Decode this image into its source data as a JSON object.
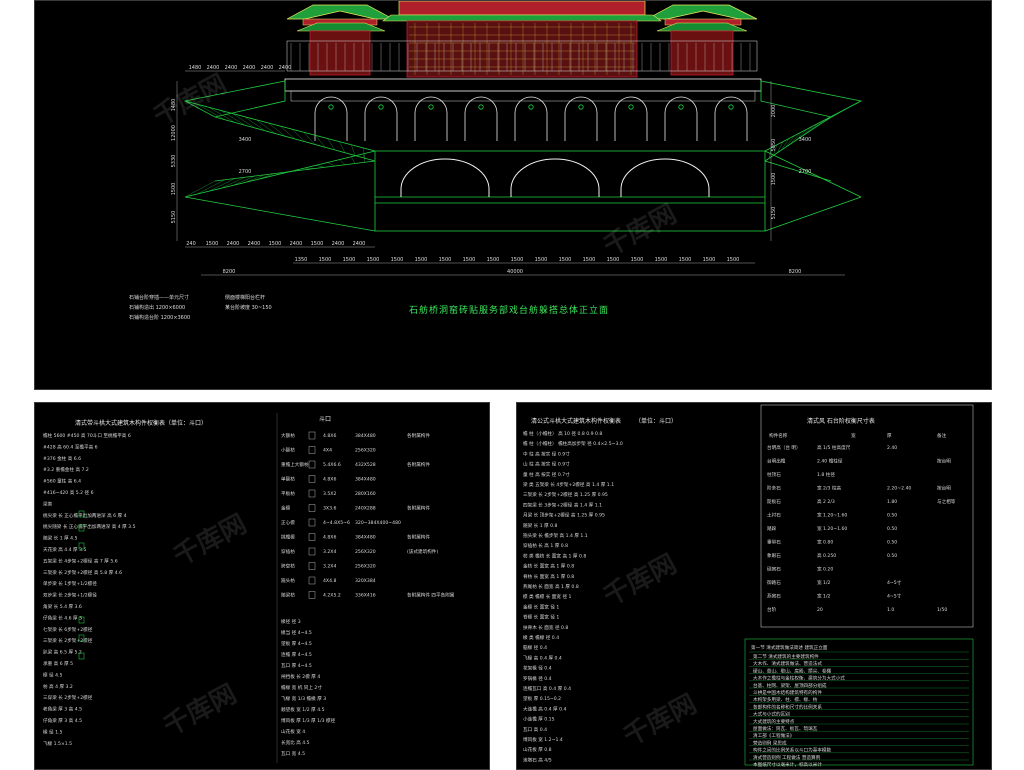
{
  "top": {
    "caption": "石舫桥洞窑砖贴服务部戏台舫躲搭总体正立面",
    "top_dims": [
      "1480",
      "2400",
      "2400",
      "2400",
      "2400",
      "2400"
    ],
    "left_vertical_dims": [
      "1480",
      "12000",
      "5330",
      "1500",
      "5150"
    ],
    "right_vertical_dims": [
      "2000",
      "5850",
      "1500",
      "5150"
    ],
    "stair_dims_left": [
      "3400",
      "2700"
    ],
    "stair_dims_right": [
      "3400",
      "2700"
    ],
    "bottom_dims": [
      "240",
      "1500",
      "2400",
      "2400",
      "1500",
      "2400",
      "1500",
      "2400",
      "2400"
    ],
    "center_dims": [
      "1350",
      "1500",
      "1500",
      "1500",
      "1500",
      "1500",
      "1500",
      "1500",
      "1500",
      "1500",
      "1500",
      "1500",
      "1500",
      "1500",
      "1500",
      "1500",
      "1500",
      "1500",
      "1500"
    ],
    "total_left": "8200",
    "total_center": "40000",
    "total_right": "8200",
    "notes": [
      "石铺台阶穿插——单元尺寸",
      "石铺构造出 1200×6000",
      "石铺构造台阶 1200×3600",
      "侧面楼梯阳台栏杆",
      "某台阶坡度 30~150"
    ]
  },
  "left_table": {
    "title": "清式带斗栱大式建筑木构件权衡表",
    "unit": "（单位：斗口）",
    "col2_title": "斗口",
    "rows": [
      "檐柱    5600  #450    高 70斗口  至桃檐平高 6",
      "#428    高 60.4   至檐平高   6",
      "#376    金柱  高   6.6",
      "#3.2    重檐金柱  高   7.2",
      "#560    童柱  高   6.4",
      "#416~420  高     5.2  径   6",
      "梁类",
      "桃尖梁  长 正心檐平出加两进深  高  6  厚 4",
      "桃尖随梁 长 正心檐平出加两进深  高  4  厚 3.5",
      "随梁  长  1  厚  4.5",
      "天花梁  高 4.4  厚 3.5",
      "五架梁  长 4步架+2檩径  高 7  厚 5.6",
      "三架梁  长 2步架+2檩径  高 5.8  厚 4.6",
      "单步梁  长 1步架+1/2檩径",
      "双步梁  长 2步架+1/2檩径",
      "角梁  长  5.4  厚  3.6",
      "仔角梁  长  4.6  厚  3",
      "七架梁  长 6步架+2檩径",
      "三架梁  长 2步架+2檩径",
      "趴梁  高 6.5  厚 5.2",
      "承重  高 6  厚 5",
      "檩  径 4.5",
      "枋  高 4  厚 3.2",
      "三穿梁  长 2步架+2檩径",
      "老角梁  厚 3  高 4.5",
      "仔角梁  厚 3  高 4.5",
      "椽  径  1.5",
      "飞椽  1.5×1.5"
    ],
    "size_rows": [
      {
        "label": "大额枋",
        "size": "4.8X6",
        "px": "384X480",
        "note": "各附属构件"
      },
      {
        "label": "小额枋",
        "size": "4X4",
        "px": "256X320",
        "note": ""
      },
      {
        "label": "重檐上大额枋",
        "size": "5.4X6.6",
        "px": "432X528",
        "note": "各附属构件"
      },
      {
        "label": "单额枋",
        "size": "4.8X6",
        "px": "384X480",
        "note": ""
      },
      {
        "label": "平板枋",
        "size": "3.5X2",
        "px": "280X160",
        "note": ""
      },
      {
        "label": "金檩",
        "size": "3X3.6",
        "px": "240X288",
        "note": "各附属构件"
      },
      {
        "label": "正心檩",
        "size": "4~4.8X5~6",
        "px": "320~384X400~480",
        "note": ""
      },
      {
        "label": "挑檐檩",
        "size": "4.8X6",
        "px": "384X480",
        "note": "各附属构件"
      },
      {
        "label": "穿插枋",
        "size": "3.2X4",
        "px": "256X320",
        "note": "(该式建筑构件)"
      },
      {
        "label": "跨空枋",
        "size": "3.2X4",
        "px": "256X320",
        "note": ""
      },
      {
        "label": "箍头枋",
        "size": "4X4.8",
        "px": "320X384",
        "note": ""
      },
      {
        "label": "随梁枋",
        "size": "4.2X5.2",
        "px": "336X416",
        "note": "各附属构件  四平各附属"
      }
    ],
    "misc_rows": [
      "椽径  径 3",
      "椽当  径 4~4.5",
      "望板  厚 4~4.5",
      "连檐  厚 4~4.5",
      "瓦口  厚 4~4.5",
      "闸挡板  长 2檩  厚 4",
      "檐椽  宽  机 同上 2寸",
      "飞椽  宽 1/3 檐椽 厚 3",
      "顺望板  宽 1/2  厚 4.5",
      "博风板  厚 1/3  厚 1/3 檩径",
      "山花板  宽 4",
      "长宽比 高 4.5",
      "瓦口 宽 4.5"
    ]
  },
  "right_table": {
    "title": "清公式斗栱大式建筑木构件权衡表",
    "unit": "（单位：斗口）",
    "rows": [
      "檐 柱（小檐柱）  高 10 径 0.8  0.9  0.8",
      "檐 柱（小檐柱） 檐柱高加步架 径 0.4×2.5~3.0",
      "中  柱   高 按实 径 0.9寸",
      "山  柱   高 按实 径 0.9寸",
      "童  柱   高 按实  径 0.7寸",
      "梁  类   五架梁  长 4步架+2檩径  高 1.4  厚 1.1",
      "三架梁  长 2步架+2檩径  高 1.25  厚 0.95",
      "四架梁  长 3步架+2檩径  高 1.4  厚 1.1",
      "月梁  长 顶步架+2檩径  高 1.25  厚 0.95",
      "随梁  长 1   厚 0.8",
      "抱头梁  长 檐步架  高 1.4  厚 1.1",
      "穿插枋  长  高 1  厚 0.8",
      "枋  类   檐枋  长 面宽  高 1  厚 0.8",
      "金枋  长 面宽  高 1  厚 0.8",
      "脊枋  长 面宽  高 1  厚 0.8",
      "燕尾枋  长 面宽  高 1  厚 0.8",
      "檩  类   檐檩  长 面宽  径 1",
      "金檩  长 面宽  径 1",
      "脊檩  长 面宽  径 1",
      "扶脊木  长 面宽  径 0.8",
      "椽  类   檐椽  径 0.4",
      "脑椽  径 0.4",
      "飞椽  高 0.4  厚 0.4",
      "花架椽  径 0.4",
      "罗锅椽  径 0.4",
      "连檐瓦口  高 0.4  厚 0.4",
      "望板  厚 0.15~0.2",
      "大连檐  高 0.4  厚 0.4",
      "小连檐  厚 0.15",
      "瓦口  高 0.4",
      "博风板  宽 1.2~1.4",
      "山花板  厚 0.8",
      "滚墩石  高 4/5"
    ],
    "box_title": "清式风  石台阶权衡尺寸表",
    "box_headers": [
      "构件名称",
      "宽",
      "厚",
      "备注"
    ],
    "box_rows": [
      [
        "台明高（台  明）",
        "高 1/5 柱高度尺",
        "2.40",
        ""
      ],
      [
        "台明出檐",
        "2.40 檐柱径",
        "",
        "按台明"
      ],
      [
        "柱顶石",
        "1.8 柱径",
        "",
        ""
      ],
      [
        "阶条石",
        "宽 2/3 柱高",
        "2.20~2.40",
        "按台明"
      ],
      [
        "陡板石",
        "高 2 2/3",
        "1.80",
        "与之相等"
      ],
      [
        "土衬石",
        "宽 1.20~1.60",
        "0.50",
        ""
      ],
      [
        "踏跺",
        "宽 1.20~1.60",
        "0.50",
        ""
      ],
      [
        "垂带石",
        "宽 0.80",
        "0.50",
        ""
      ],
      [
        "象眼石",
        "高 0.250",
        "0.50",
        ""
      ],
      [
        "砚窝石",
        "宽 0.20",
        "",
        ""
      ],
      [
        "御路石",
        "宽 1/2",
        "4~5寸",
        ""
      ],
      [
        "燕窝石",
        "宽 1/2",
        "4~5寸",
        ""
      ],
      [
        "台阶",
        "20",
        "1.0",
        "1/50"
      ]
    ],
    "notes_title": "第一节  清式建筑做法简述   建筑正立面",
    "notes": [
      "第二节  清式建筑的主要建筑构件",
      "大木作、清式建筑做法、营造法式",
      "硬山、悬山、歇山、庑殿、攒尖、卷棚",
      "大木作之檐柱与金柱权衡、建筑分为大式小式",
      "台基、柱网、梁架、屋顶四部分组成",
      "斗栱是中国木结构建筑特有的构件",
      "木构架多用梁、柱、檩、椽、枋",
      "各部构件的名称和尺寸的比例关系",
      "大式与小式的区别",
      "大式建筑的主要特点",
      "屋面做法：筒瓦、板瓦、琉璃瓦",
      "清工部《工程做法》",
      "营造则例  梁思成",
      "构件之间的比例关系以斗口为基本模数",
      "清式营造则例  工程做法  营造算例",
      "本图纸尺寸以毫米计，标高以米计"
    ]
  },
  "watermarks": [
    "千库网",
    "千库网",
    "千库网",
    "千库网",
    "千库网",
    "千库网"
  ]
}
